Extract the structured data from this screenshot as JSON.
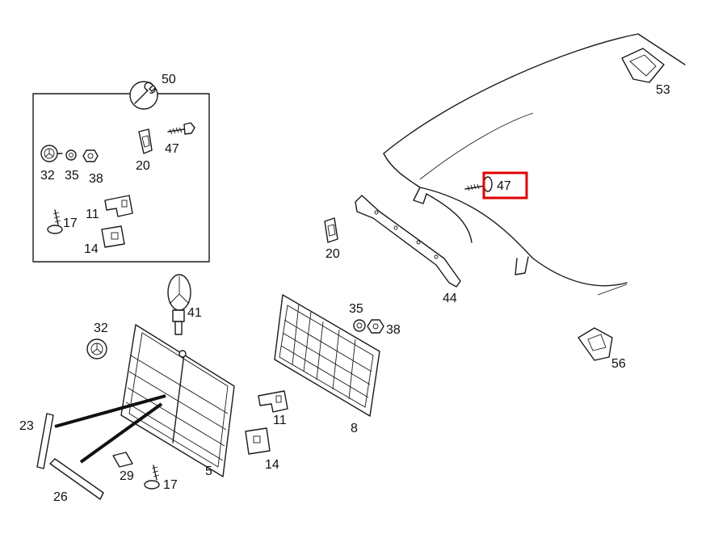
{
  "callouts": {
    "c50": "50",
    "c47_box": "47",
    "c32_box": "32",
    "c35_box": "35",
    "c38_box": "38",
    "c20_box": "20",
    "c11_box": "11",
    "c17_box": "17",
    "c14_box": "14",
    "c47_hood": "47",
    "c53": "53",
    "c20": "20",
    "c44": "44",
    "c41": "41",
    "c35": "35",
    "c38": "38",
    "c32": "32",
    "c56": "56",
    "c11": "11",
    "c8": "8",
    "c23": "23",
    "c5": "5",
    "c14": "14",
    "c29": "29",
    "c17": "17",
    "c26": "26"
  },
  "highlight": {
    "label": "47",
    "color": "#e00000"
  },
  "icons": {
    "wrench": "wrench-icon"
  }
}
